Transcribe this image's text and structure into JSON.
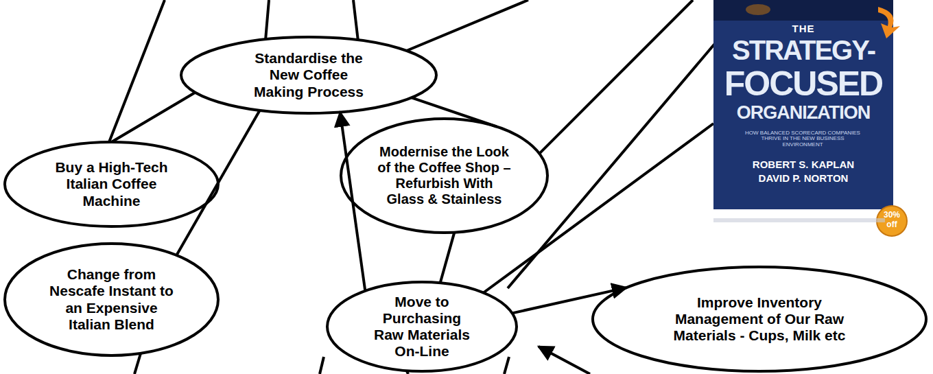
{
  "diagram": {
    "nodes": [
      {
        "text": [
          "Standardise the New Coffee Making Process"
        ]
      },
      {
        "text": [
          "Buy a High-Tech Italian Coffee Machine"
        ]
      },
      {
        "text": [
          "Modernise the Look of the Coffee Shop – Refurbish With Glass & Stainless"
        ]
      },
      {
        "text": [
          "Change from Nescafe Instant to an Expensive Italian Blend"
        ]
      },
      {
        "text": [
          "Move to Purchasing Raw Materials On-Line"
        ]
      },
      {
        "text": [
          "Improve Inventory Management of Our Raw Materials - Cups, Milk etc"
        ]
      }
    ],
    "edges": [
      {
        "from": 4,
        "to": 0,
        "arrow": "to"
      },
      {
        "from": 4,
        "to": 5,
        "arrow": "to"
      },
      {
        "from": 1,
        "to": 0,
        "arrow": "none"
      },
      {
        "from": 3,
        "to": 0,
        "arrow": "none"
      },
      {
        "from": 2,
        "to": 4,
        "arrow": "none"
      },
      {
        "from": 0,
        "to": 2,
        "arrow": "none"
      }
    ],
    "labels": [
      "THE",
      "STRATEGY-",
      "FOCUSED",
      "ORGANIZATION",
      "HOW BALANCED SCORECARD COMPANIES THRIVE IN THE NEW BUSINESS ENVIRONMENT",
      "ROBERT S. KAPLAN",
      "DAVID P. NORTON",
      "30%",
      "off"
    ]
  }
}
